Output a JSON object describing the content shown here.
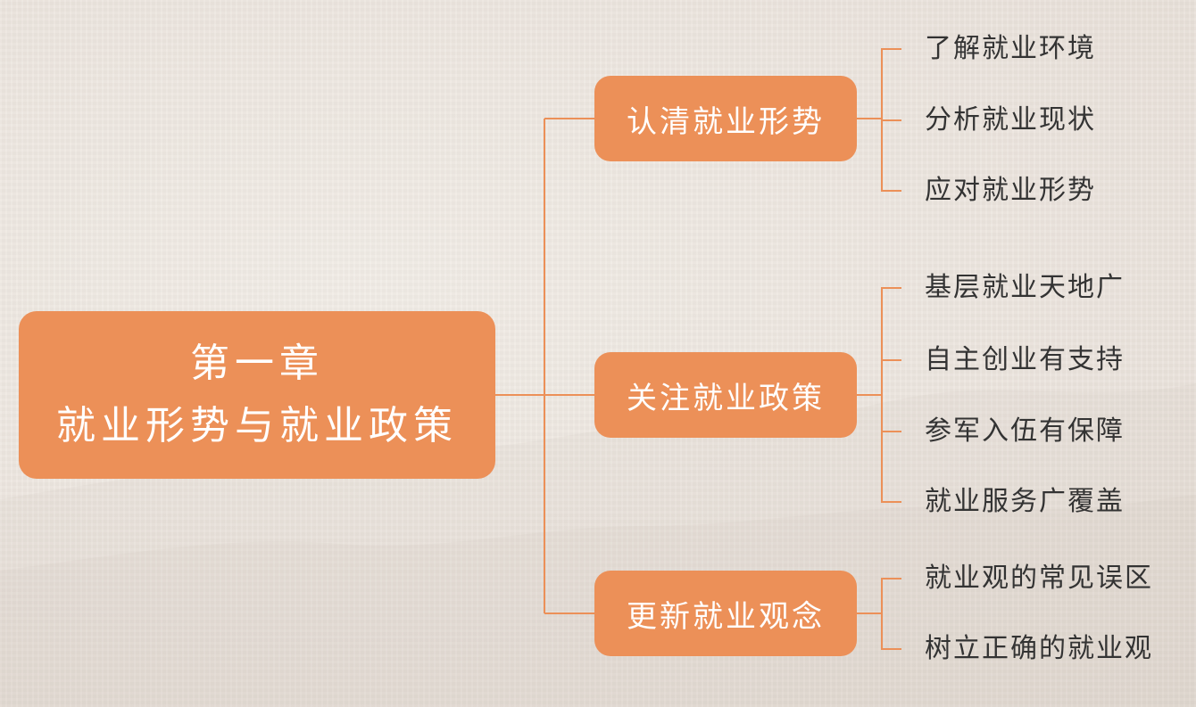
{
  "root": {
    "line1": "第一章",
    "line2": "就业形势与就业政策"
  },
  "branches": [
    {
      "label": "认清就业形势",
      "children": [
        "了解就业环境",
        "分析就业现状",
        "应对就业形势"
      ]
    },
    {
      "label": "关注就业政策",
      "children": [
        "基层就业天地广",
        "自主创业有支持",
        "参军入伍有保障",
        "就业服务广覆盖"
      ]
    },
    {
      "label": "更新就业观念",
      "children": [
        "就业观的常见误区",
        "树立正确的就业观"
      ]
    }
  ],
  "colors": {
    "node_fill": "#ec9058",
    "connector": "#ec9058",
    "leaf_text": "#333333",
    "node_text": "#ffffff"
  }
}
